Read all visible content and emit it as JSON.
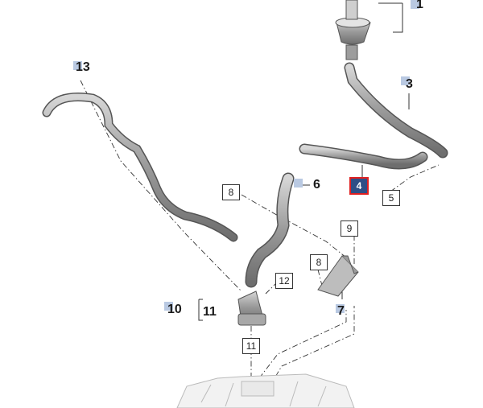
{
  "callouts": {
    "c1": "1",
    "c3": "3",
    "c4": "4",
    "c5": "5",
    "c6": "6",
    "c7": "7",
    "c8a": "8",
    "c8b": "8",
    "c9": "9",
    "c10": "10",
    "c11a": "11",
    "c11b": "11",
    "c12": "12",
    "c13": "13"
  },
  "highlighted_part": "4",
  "colors": {
    "highlight_fill": "#2f4f86",
    "highlight_border": "#e02020",
    "marker_blue": "#b9c9e2",
    "part_gray": "#8d8d8d"
  }
}
